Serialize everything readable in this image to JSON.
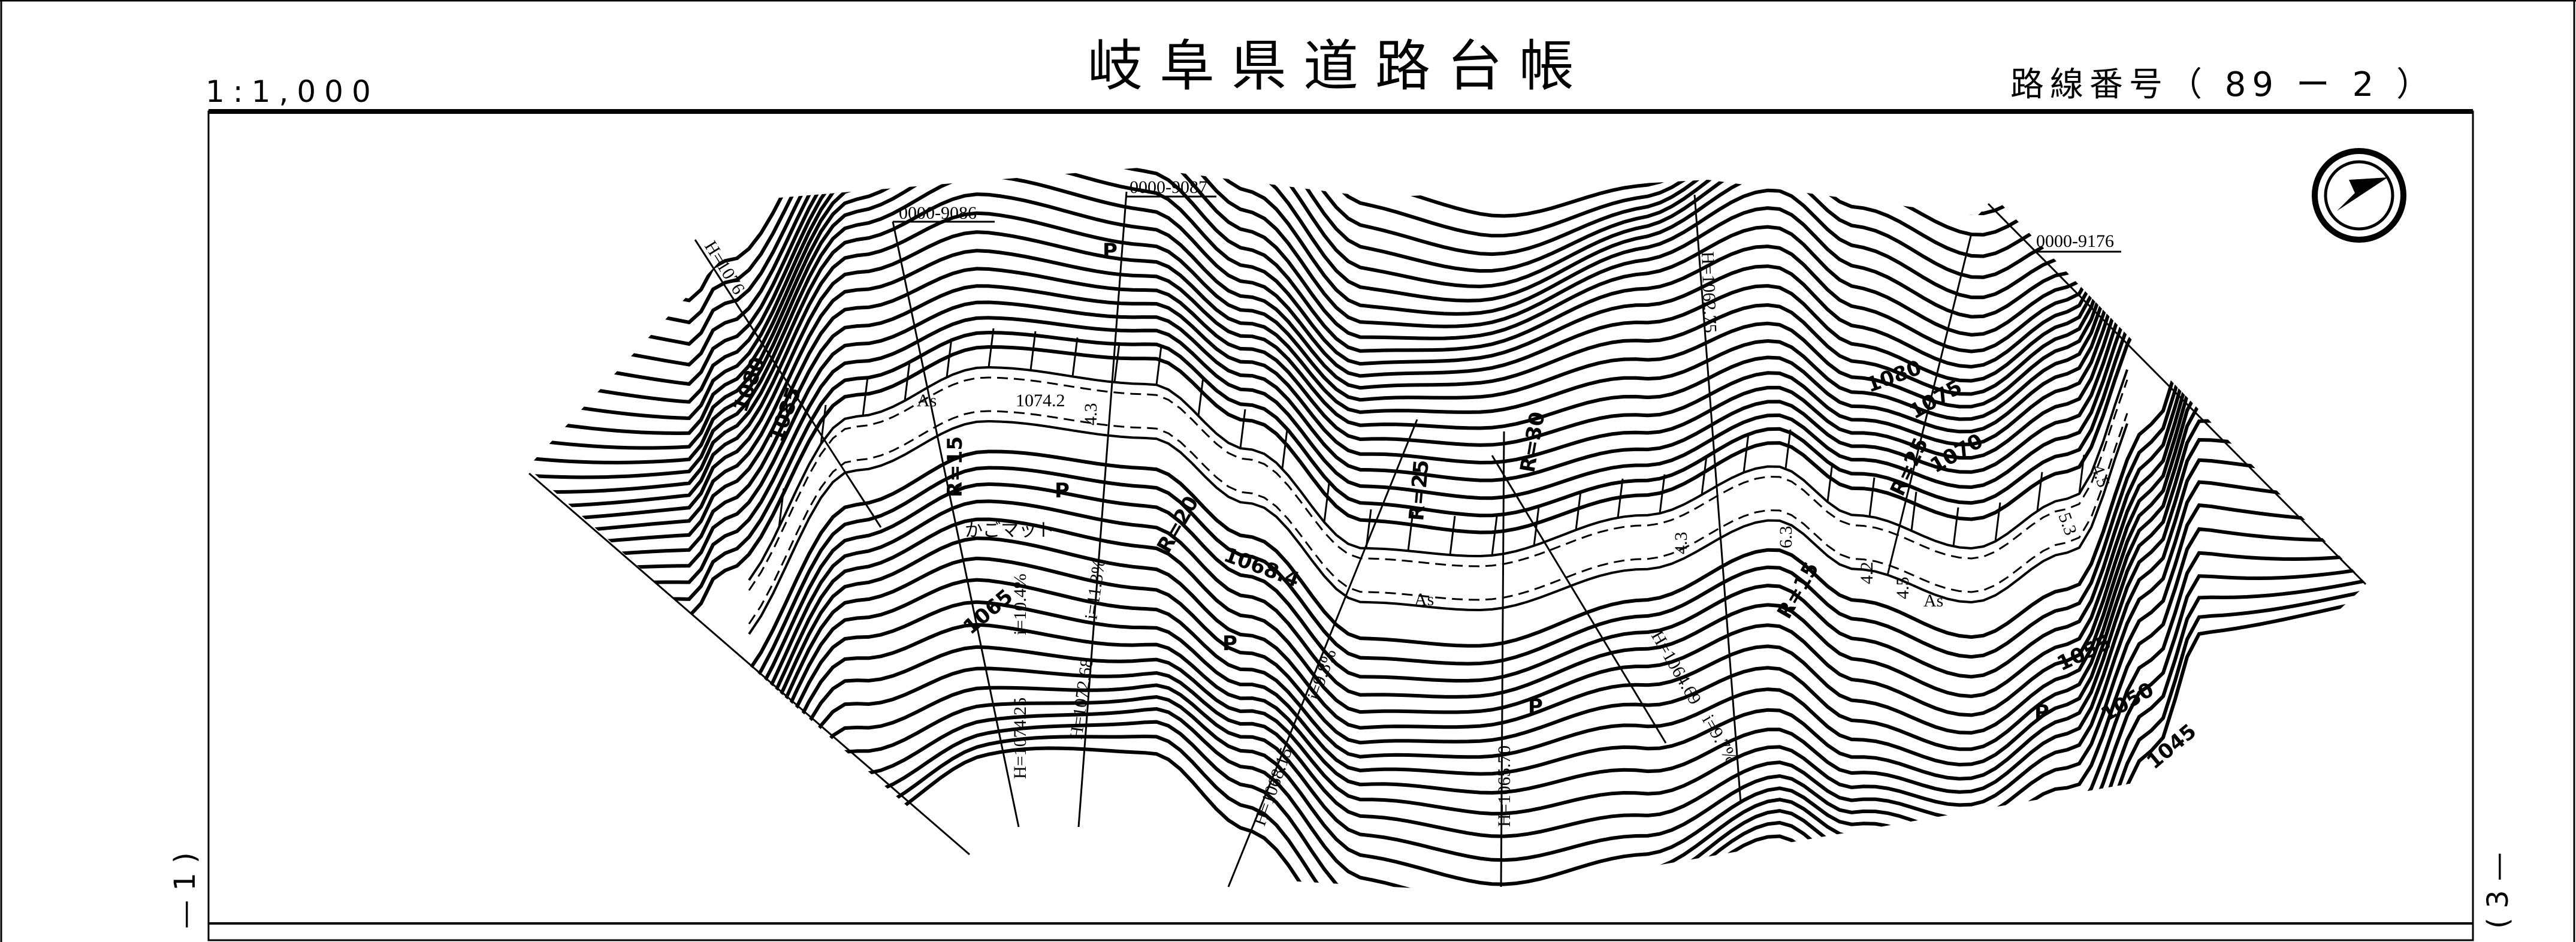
{
  "header": {
    "scale": "1:1,000",
    "title": "岐阜県道路台帳",
    "route_label": "路線番号（ 89 ー 2 ）",
    "left_sheet": "— 1 )",
    "right_sheet": "( 3 —"
  },
  "map": {
    "parcel_ids": [
      "0000-9086",
      "0000-9087",
      "0000-9176"
    ],
    "road_elevation": "1074.2",
    "curves": [
      "R=15",
      "R=20",
      "R=25",
      "R=30",
      "R=15",
      "R=25"
    ],
    "sections": [
      {
        "h": "H=1076",
        "i": ""
      },
      {
        "h": "H=1074.25",
        "i": "i=10.4%"
      },
      {
        "h": "H=1072.68",
        "i": "i=11.3%"
      },
      {
        "h": "H=1068.15",
        "i": "i=9.8%"
      },
      {
        "h": "H=1065.70",
        "i": ""
      },
      {
        "h": "H=1062.75",
        "i": ""
      },
      {
        "h": "H=1064.69",
        "i": "i=9.7%"
      }
    ],
    "contour_labels": [
      "1080",
      "1085",
      "1065",
      "1068.4",
      "1080",
      "1075",
      "1070",
      "1055",
      "1050",
      "1045"
    ],
    "widths": [
      "4.3",
      "6.3",
      "4.3",
      "4.2",
      "4.5",
      "5.3",
      "4.5"
    ],
    "surface": [
      "As",
      "As",
      "As"
    ],
    "misc": [
      "かごマット",
      "P",
      "P",
      "P",
      "P",
      "P"
    ]
  },
  "north_arrow": "north-arrow-icon"
}
